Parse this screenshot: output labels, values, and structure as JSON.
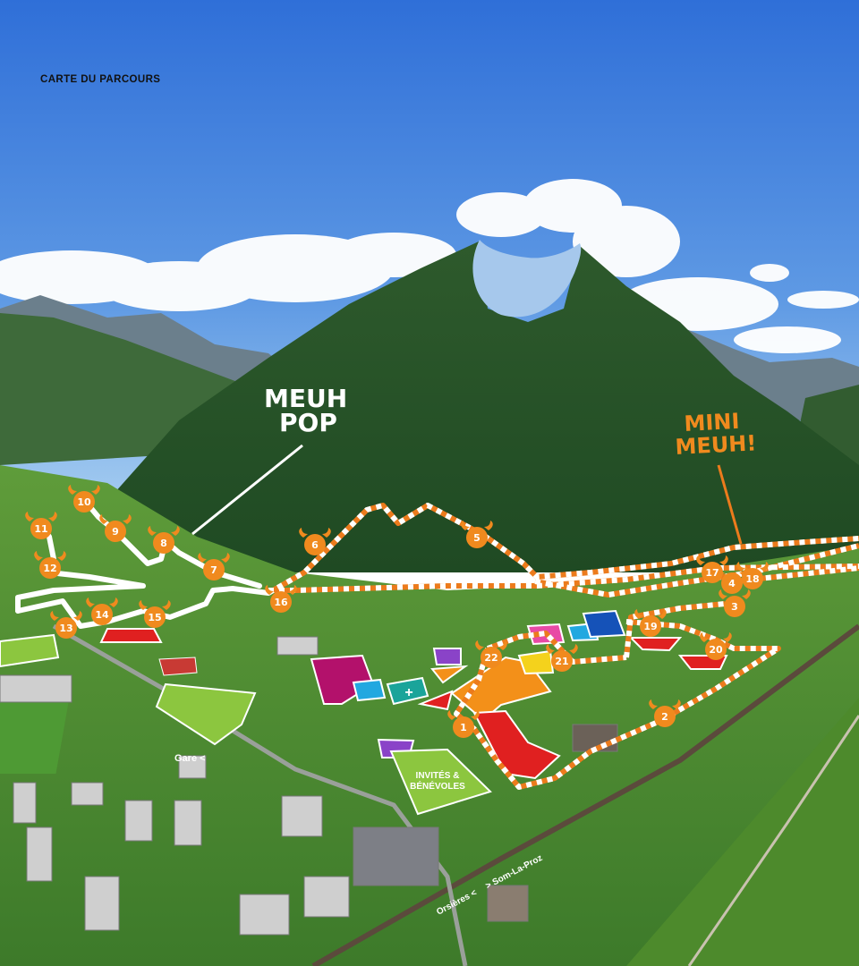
{
  "page": {
    "title": "CARTE DU PARCOURS"
  },
  "labels": {
    "meuh_pop_line1": "MEUH",
    "meuh_pop_line2": "POP",
    "mini_meuh_line1": "MINI",
    "mini_meuh_line2": "MEUH!",
    "gare": "Gare <",
    "orsieres": "Orsières <",
    "som_la_proz": "> Som-La-Proz",
    "invites_line1": "INVITÉS &",
    "invites_line2": "BÉNÉVOLES",
    "plus": "+"
  },
  "checkpoints": [
    "1",
    "2",
    "3",
    "4",
    "5",
    "6",
    "7",
    "8",
    "9",
    "10",
    "11",
    "12",
    "13",
    "14",
    "15",
    "16",
    "17",
    "18",
    "19",
    "20",
    "21",
    "22"
  ],
  "colors": {
    "sky_top": "#2f6fd8",
    "sky_bottom": "#8cc0f0",
    "route_orange": "#ec7b1c",
    "marker_orange": "#f08a1e",
    "meuh_pop_label": "#ffffff",
    "mini_meuh_label": "#f08a1e"
  },
  "icons": {
    "marker": "cow-head-icon"
  }
}
